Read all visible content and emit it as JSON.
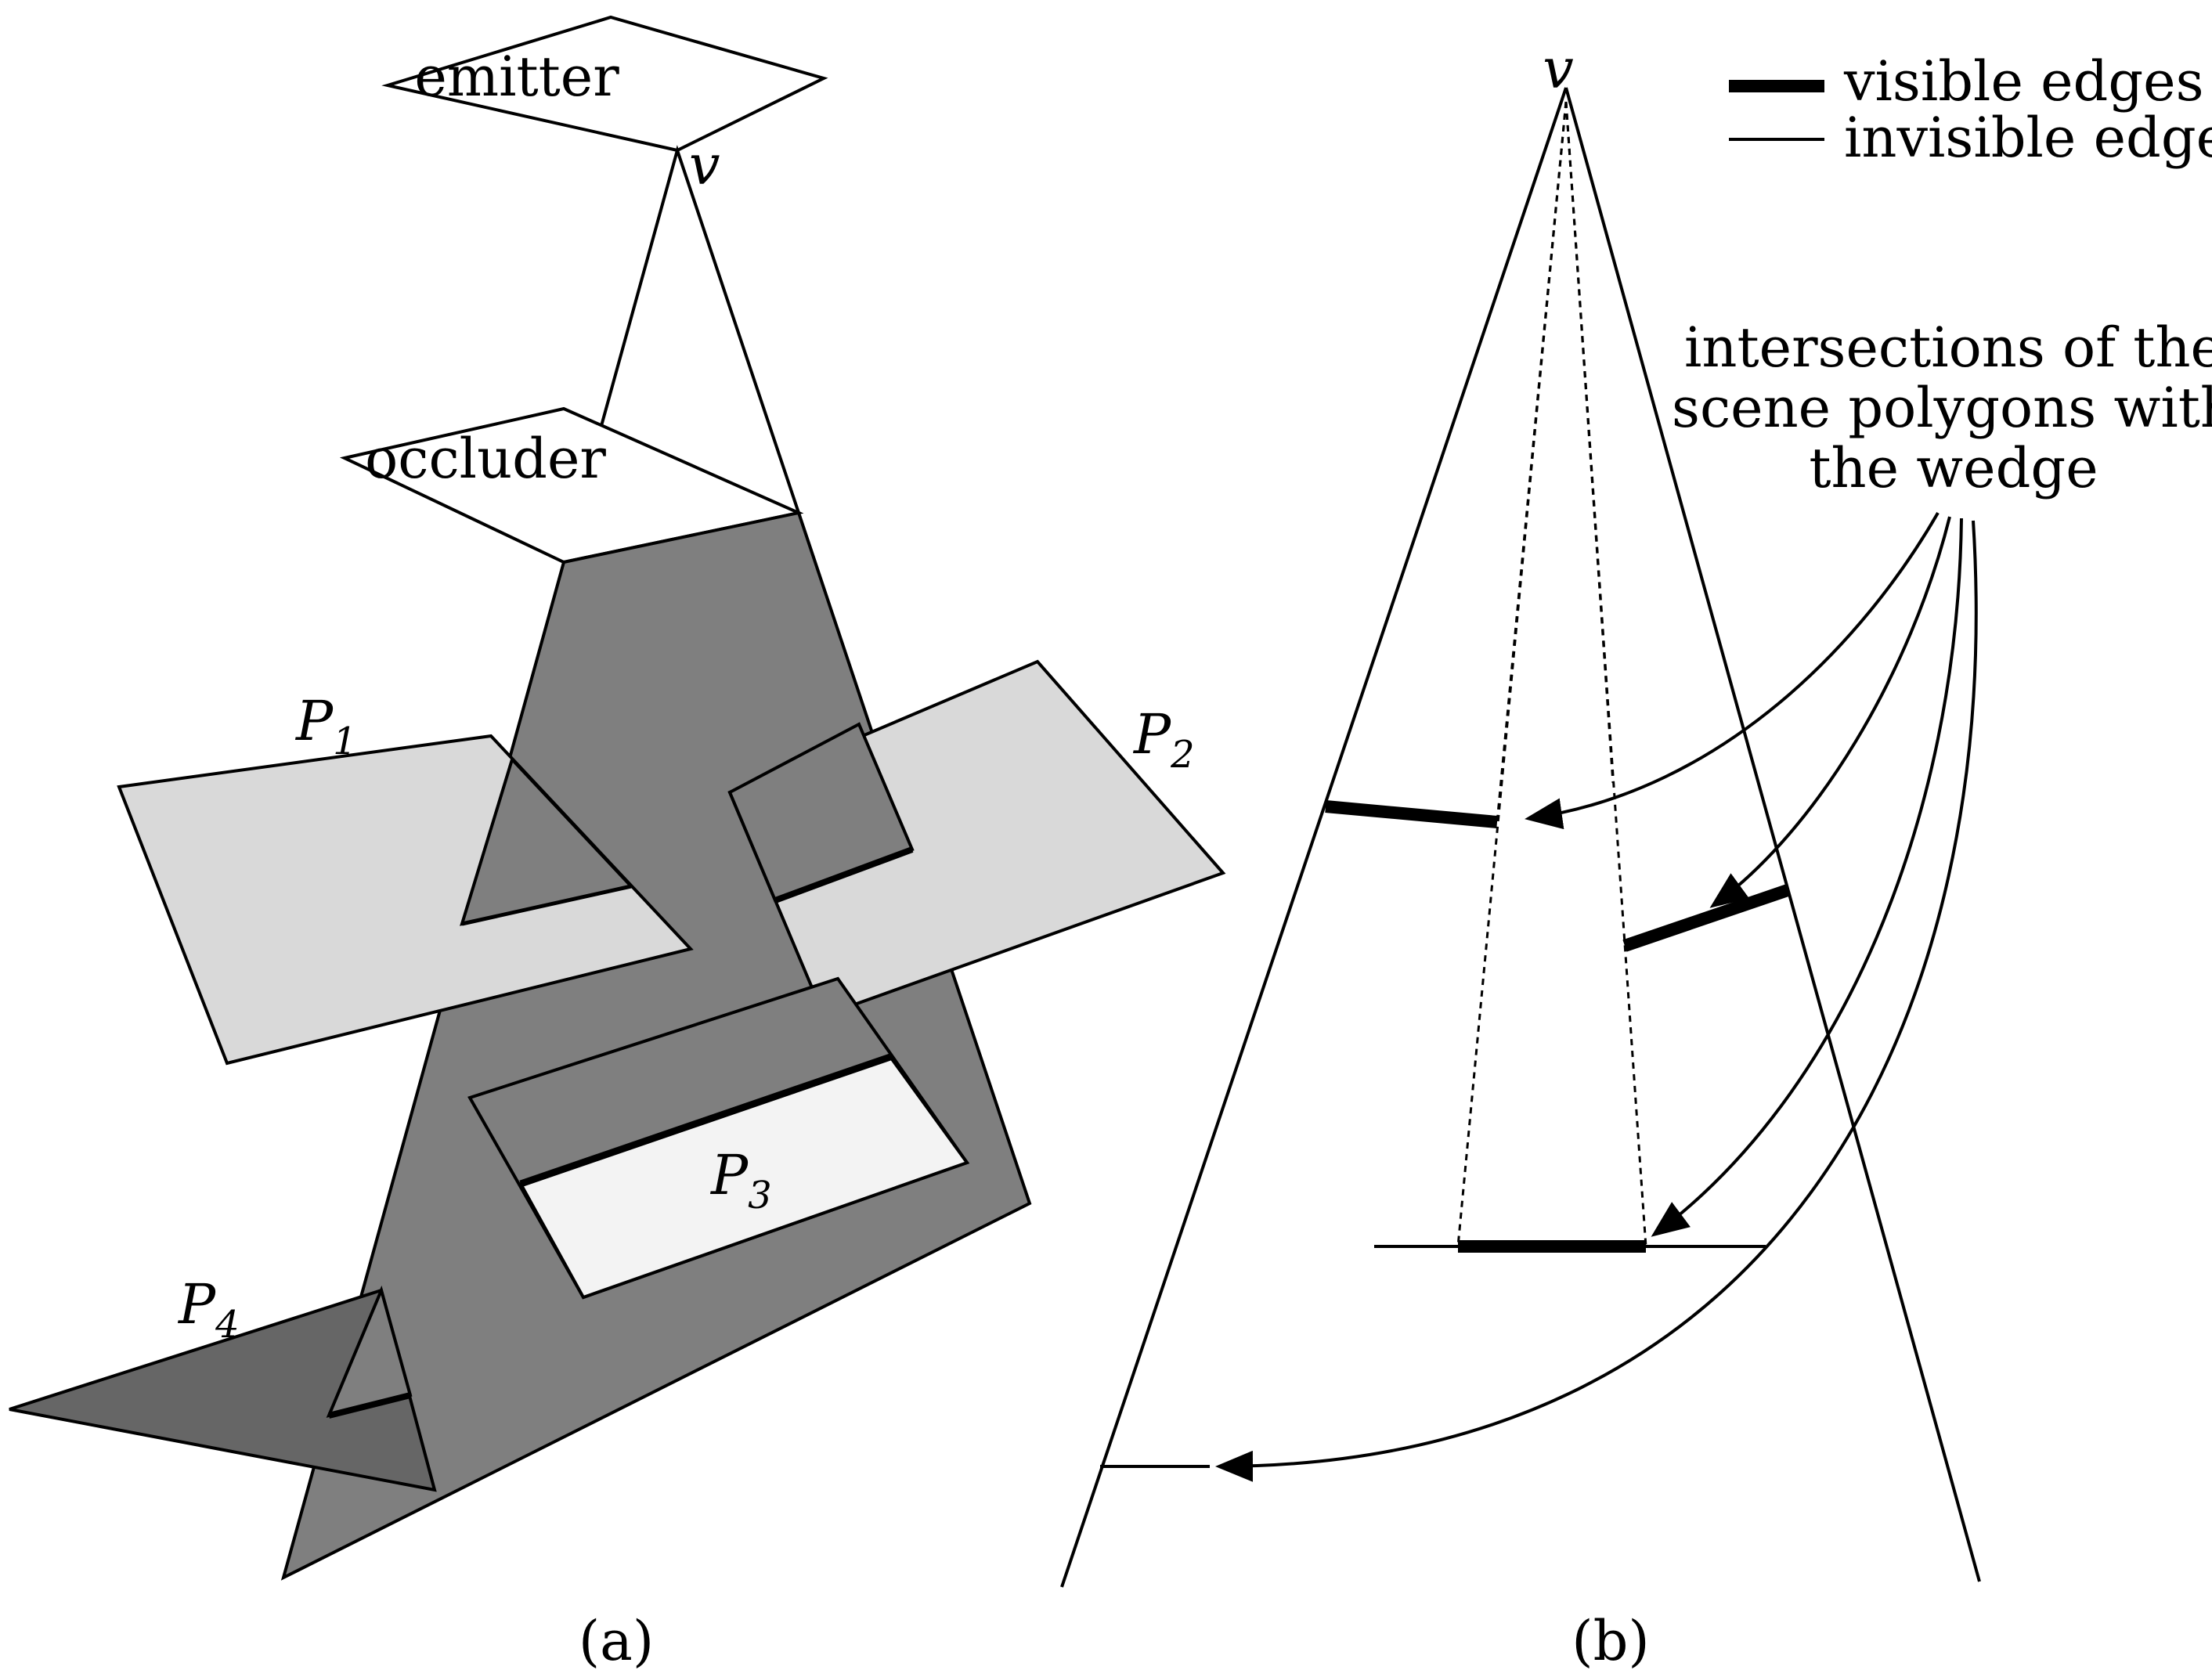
{
  "panel_a": {
    "emitter_label": "emitter",
    "vertex_label": "v",
    "occluder_label": "occluder",
    "polygons": [
      {
        "letter": "P",
        "index": "1"
      },
      {
        "letter": "P",
        "index": "2"
      },
      {
        "letter": "P",
        "index": "3"
      },
      {
        "letter": "P",
        "index": "4"
      }
    ],
    "caption": "(a)"
  },
  "panel_b": {
    "vertex_label": "v",
    "legend": {
      "visible": "visible edges",
      "invisible": "invisible edges"
    },
    "annotation_lines": [
      "intersections of the",
      "scene polygons with",
      "the wedge"
    ],
    "caption": "(b)"
  },
  "colors": {
    "wedge_fill": "#7f7f7f",
    "p1_fill": "#d9d9d9",
    "p2_fill": "#d9d9d9",
    "p3_fill": "#f3f3f3",
    "p4_fill": "#666666",
    "stroke": "#000000",
    "background": "#ffffff"
  }
}
